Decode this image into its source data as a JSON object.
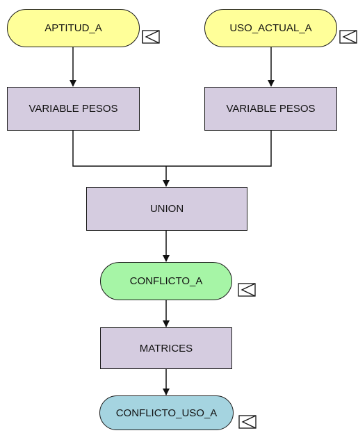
{
  "colors": {
    "input": "#FFFF99",
    "process": "#D5CCE0",
    "intermediate": "#A6F5A6",
    "output": "#A5D4E0",
    "line": "#111111"
  },
  "nodes": {
    "aptitud": "APTITUD_A",
    "uso_actual": "USO_ACTUAL_A",
    "variable_pesos_left": "VARIABLE PESOS",
    "variable_pesos_right": "VARIABLE PESOS",
    "union": "UNION",
    "conflicto": "CONFLICTO_A",
    "matrices": "MATRICES",
    "conflicto_uso": "CONFLICTO_USO_A"
  },
  "badge_icon": "layer-symbol-icon"
}
